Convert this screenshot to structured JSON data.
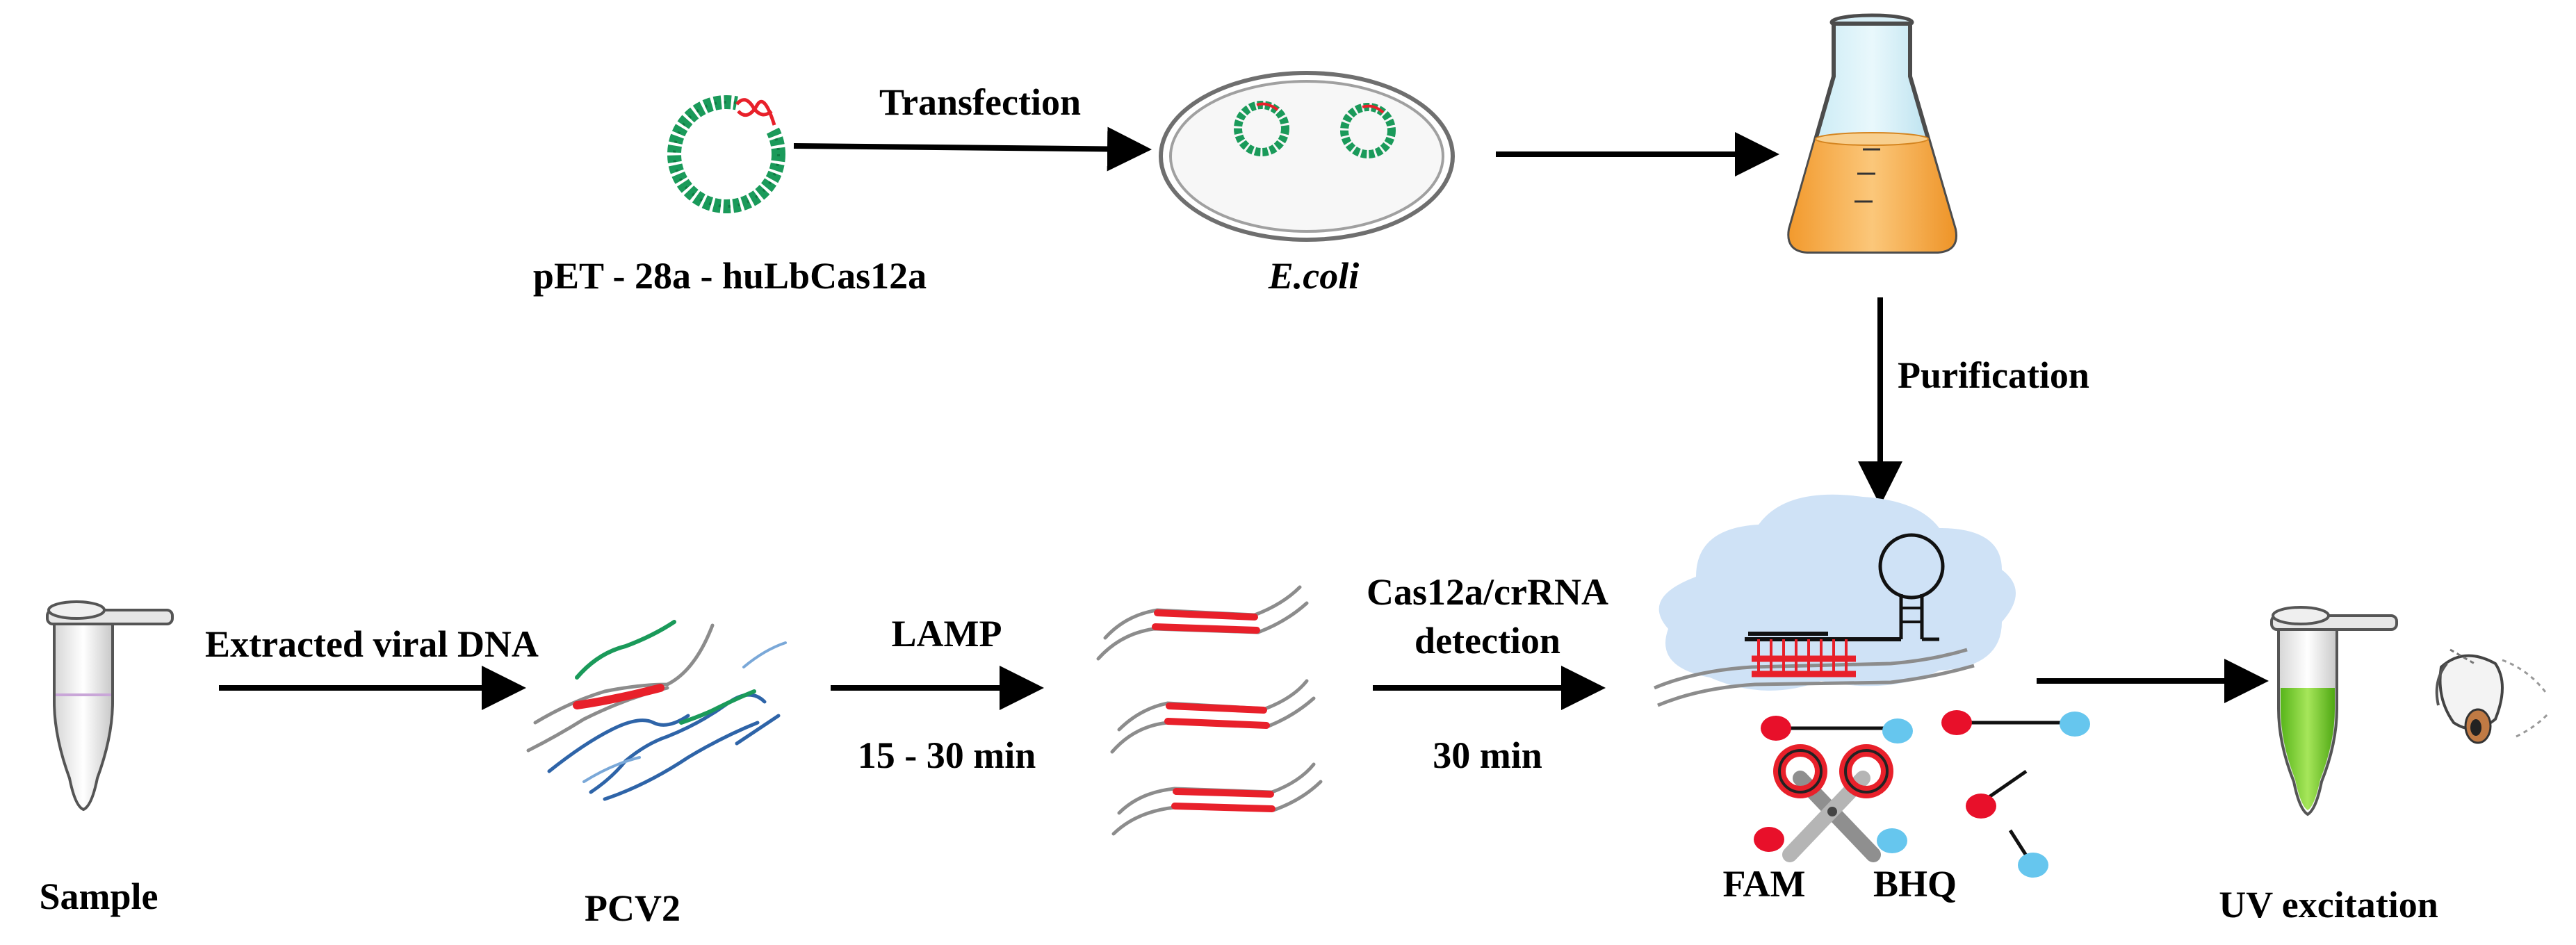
{
  "labels": {
    "plasmid": "pET - 28a - huLbCas12a",
    "transfection": "Transfection",
    "ecoli": "E.coli",
    "purification": "Purification",
    "sample": "Sample",
    "extracted": "Extracted viral DNA",
    "pcv2": "PCV2",
    "lamp": "LAMP",
    "lamp_time": "15 - 30 min",
    "cas_line1": "Cas12a/crRNA",
    "cas_line2": "detection",
    "cas_time": "30 min",
    "fam": "FAM",
    "bhq": "BHQ",
    "uv": "UV excitation"
  },
  "colors": {
    "plasmid_green": "#1a9a5a",
    "target_red": "#e8202a",
    "dna_blue": "#2e64a8",
    "fluor_red": "#e8102a",
    "quencher_blue": "#66c6ee",
    "culture_orange": "#f5b356",
    "cloud": "#cfe2f6",
    "tube_green": "#7bd12e"
  }
}
